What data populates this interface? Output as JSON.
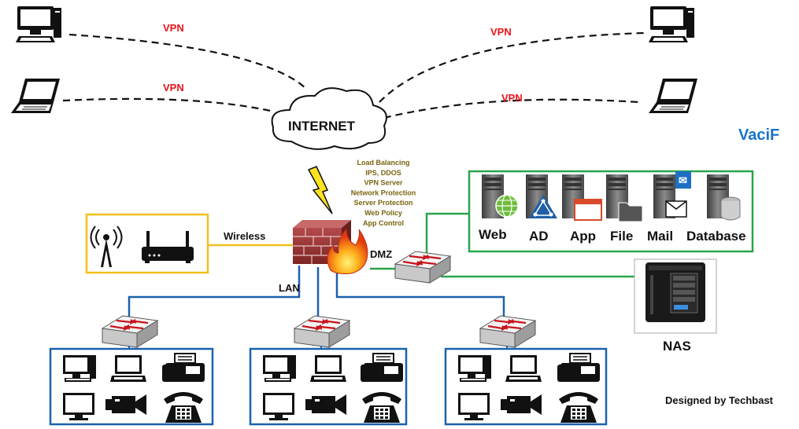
{
  "internet_label": "INTERNET",
  "vpn_label": "VPN",
  "firewall_features": [
    "Load Balancing",
    "IPS, DDOS",
    "VPN Server",
    "Network Protection",
    "Server Protection",
    "Web Policy",
    "App Control"
  ],
  "links": {
    "wireless": "Wireless",
    "dmz": "DMZ",
    "lan": "LAN"
  },
  "servers": [
    "Web",
    "AD",
    "App",
    "File",
    "Mail",
    "Database"
  ],
  "nas_label": "NAS",
  "brand": "VaciF",
  "credit": "Designed by Techbast",
  "colors": {
    "vpn": "#e8141b",
    "wireless_box": "#f3c01c",
    "dmz_box": "#2aa54a",
    "lan_box": "#1a62ad",
    "brand": "#1a73c9",
    "feature_text": "#7a6410"
  }
}
